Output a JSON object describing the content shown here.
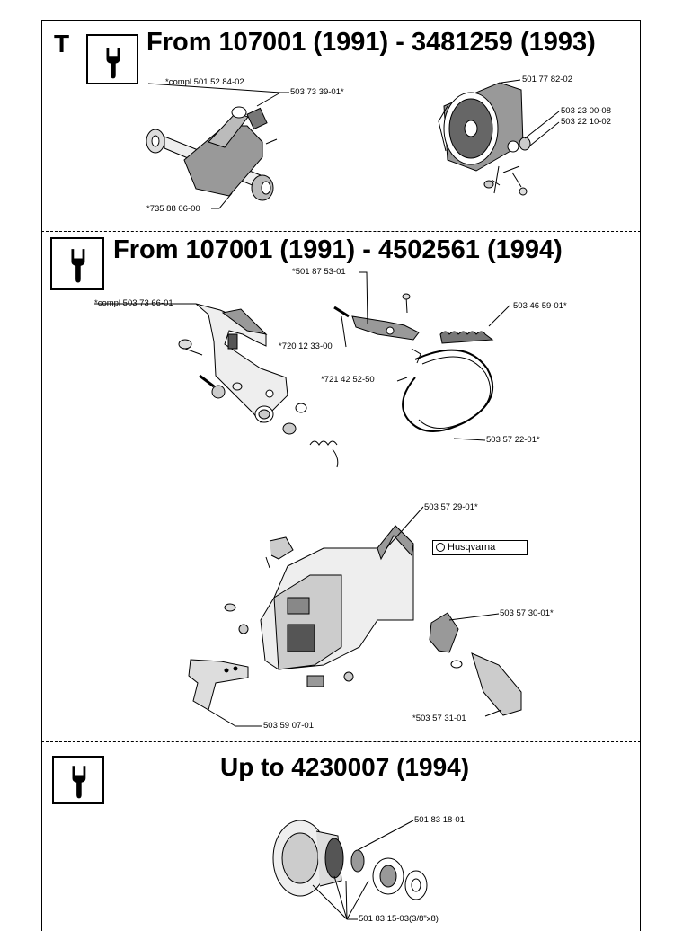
{
  "sections": [
    {
      "letter": "T",
      "title": "From 107001 (1991) - 3481259 (1993)",
      "icon": "wrench-icon",
      "labels": [
        "*compl 501 52 84-02",
        "503 73 39-01*",
        "*735 88 06-00",
        "501 77 82-02",
        "503 23 00-08",
        "503 22 10-02"
      ]
    },
    {
      "title": "From 107001 (1991) - 4502561 (1994)",
      "icon": "wrench-icon",
      "labels": [
        "*501 87 53-01",
        "*compl 503 73 66-01",
        "503 46 59-01*",
        "*720 12 33-00",
        "*721 42 52-50",
        "503 57 22-01*",
        "503 57 29-01*",
        "503 57 30-01*",
        "503 59 07-01",
        "*503 57 31-01"
      ],
      "logo_text": "Husqvarna"
    },
    {
      "title": "Up to 4230007 (1994)",
      "icon": "wrench-icon",
      "labels": [
        "501 83 18-01",
        "501 83 15-03(3/8\"x8)"
      ]
    }
  ]
}
